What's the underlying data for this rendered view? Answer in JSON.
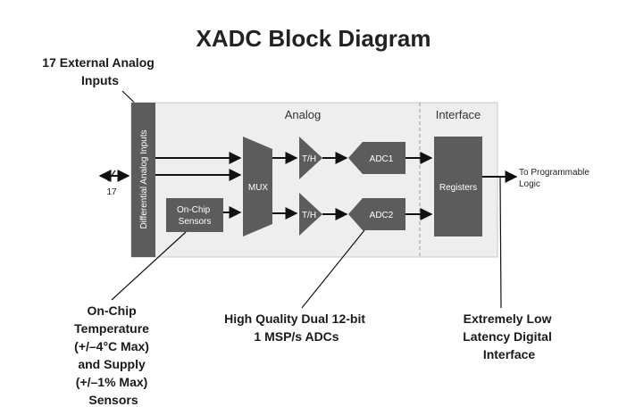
{
  "title": "XADC Block Diagram",
  "callouts": {
    "external_inputs": [
      "17 External Analog",
      "Inputs"
    ],
    "on_chip_sensors": [
      "On-Chip",
      "Temperature",
      "(+/–4°C Max)",
      "and Supply",
      "(+/–1% Max)",
      "Sensors"
    ],
    "dual_adc": [
      "High Quality Dual 12-bit",
      "1 MSP/s ADCs"
    ],
    "low_latency": [
      "Extremely Low",
      "Latency Digital",
      "Interface"
    ]
  },
  "sections": {
    "analog": "Analog",
    "interface": "Interface"
  },
  "blocks": {
    "differential_inputs": "Differential Analog Inputs",
    "on_chip_sensors": [
      "On-Chip",
      "Sensors"
    ],
    "mux": "MUX",
    "th_top": "T/H",
    "th_bottom": "T/H",
    "adc1": "ADC1",
    "adc2": "ADC2",
    "registers": "Registers"
  },
  "bus_label": "17",
  "output_label": [
    "To Programmable",
    "Logic"
  ],
  "colors": {
    "block_fill": "#5c5c5c",
    "panel_fill": "#eeeeee",
    "text": "#222222"
  }
}
